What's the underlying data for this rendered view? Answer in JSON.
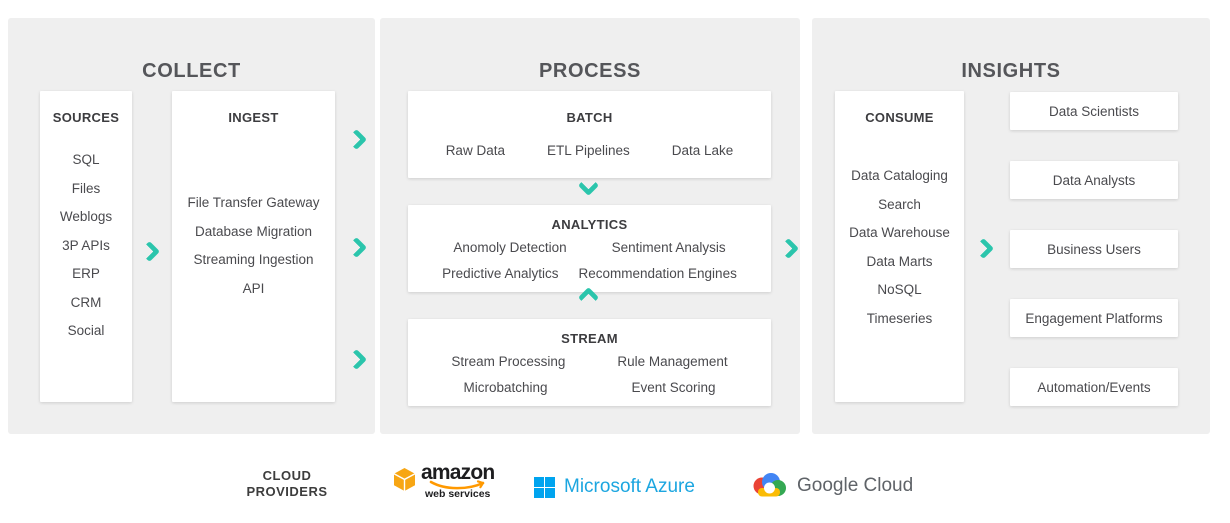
{
  "colors": {
    "accent_teal": "#2bc5ac",
    "panel_background": "#efefef",
    "aws_orange": "#ff9900",
    "azure_blue": "#1ca6e0",
    "google_text_gray": "#5f6368"
  },
  "collect": {
    "title": "COLLECT",
    "sources": {
      "title": "SOURCES",
      "items": [
        "SQL",
        "Files",
        "Weblogs",
        "3P APIs",
        "ERP",
        "CRM",
        "Social"
      ]
    },
    "ingest": {
      "title": "INGEST",
      "items": [
        "File Transfer Gateway",
        "Database Migration",
        "Streaming Ingestion",
        "API"
      ]
    }
  },
  "process": {
    "title": "PROCESS",
    "batch": {
      "title": "BATCH",
      "items": [
        "Raw Data",
        "ETL Pipelines",
        "Data Lake"
      ]
    },
    "analytics": {
      "title": "ANALYTICS",
      "rows": [
        [
          "Anomoly Detection",
          "Sentiment Analysis"
        ],
        [
          "Predictive Analytics",
          "Recommendation Engines"
        ]
      ]
    },
    "stream": {
      "title": "STREAM",
      "rows": [
        [
          "Stream Processing",
          "Rule Management"
        ],
        [
          "Microbatching",
          "Event Scoring"
        ]
      ]
    }
  },
  "insights": {
    "title": "INSIGHTS",
    "consume": {
      "title": "CONSUME",
      "items": [
        "Data Cataloging",
        "Search",
        "Data Warehouse",
        "Data Marts",
        "NoSQL",
        "Timeseries"
      ]
    },
    "outputs": [
      "Data Scientists",
      "Data Analysts",
      "Business Users",
      "Engagement Platforms",
      "Automation/Events"
    ]
  },
  "footer": {
    "label": "CLOUD PROVIDERS",
    "aws": {
      "wordmark": "amazon",
      "subtext": "web services"
    },
    "azure": {
      "name": "Microsoft Azure"
    },
    "google": {
      "name": "Google Cloud"
    }
  }
}
